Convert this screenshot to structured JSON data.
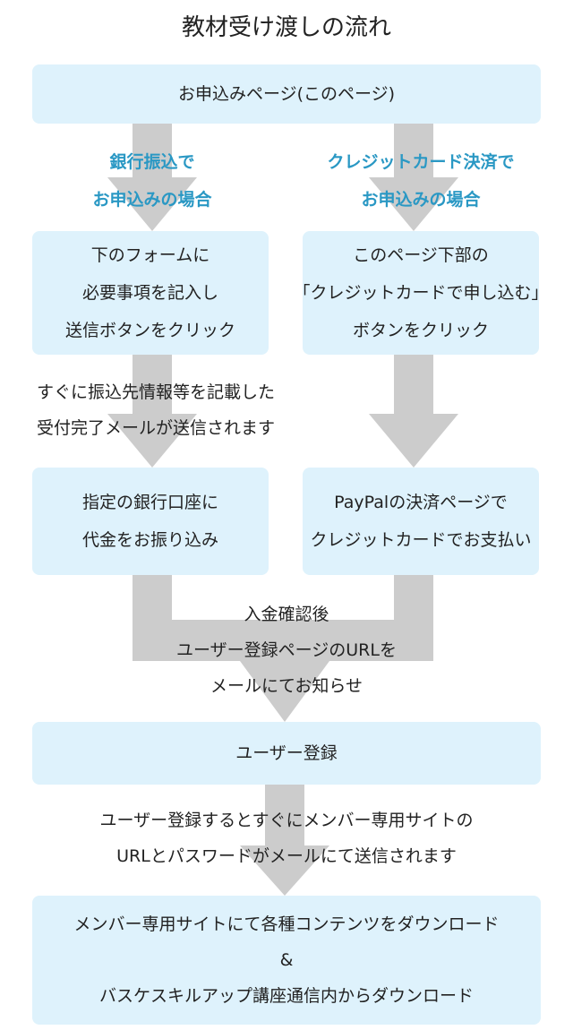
{
  "title": "教材受け渡しの流れ",
  "colors": {
    "box": "#def2fc",
    "arrow": "#cccccc",
    "accent": "#2a98c4",
    "text": "#222222"
  },
  "top_box": "お申込みページ(このページ)",
  "bank": {
    "heading": [
      "銀行振込で",
      "お申込みの場合"
    ],
    "step1": [
      "下のフォームに",
      "必要事項を記入し",
      "送信ボタンをクリック"
    ],
    "note": [
      "すぐに振込先情報等を記載した",
      "受付完了メールが送信されます"
    ],
    "step2": [
      "指定の銀行口座に",
      "代金をお振り込み"
    ]
  },
  "card": {
    "heading": [
      "クレジットカード決済で",
      "お申込みの場合"
    ],
    "step1": [
      "このページ下部の",
      "「クレジットカードで申し込む」",
      "ボタンをクリック"
    ],
    "step2": [
      "PayPalの決済ページで",
      "クレジットカードでお支払い"
    ]
  },
  "merge_note": [
    "入金確認後",
    "ユーザー登録ページのURLを",
    "メールにてお知らせ"
  ],
  "register_box": "ユーザー登録",
  "register_note": [
    "ユーザー登録するとすぐにメンバー専用サイトの",
    "URLとパスワードがメールにて送信されます"
  ],
  "final_box": [
    "メンバー専用サイトにて各種コンテンツをダウンロード",
    "&",
    "バスケスキルアップ講座通信内からダウンロード"
  ]
}
